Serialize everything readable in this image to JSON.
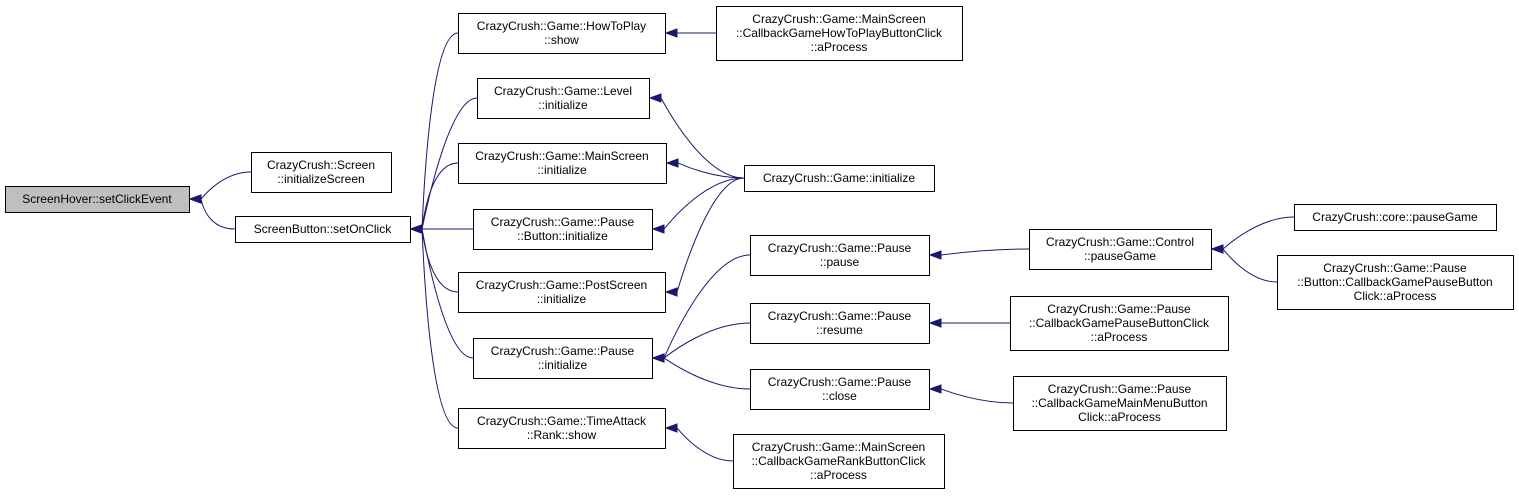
{
  "colors": {
    "edge": "#191970",
    "node_fill": "#ffffff",
    "root_fill": "#bfbfbf",
    "border": "#000000"
  },
  "nodes": [
    {
      "id": "root",
      "lines": [
        "ScreenHover::setClickEvent"
      ]
    },
    {
      "id": "screen_init",
      "lines": [
        "CrazyCrush::Screen",
        "::initializeScreen"
      ]
    },
    {
      "id": "setonclick",
      "lines": [
        "ScreenButton::setOnClick"
      ]
    },
    {
      "id": "howtoplay_show",
      "lines": [
        "CrazyCrush::Game::HowToPlay",
        "::show"
      ]
    },
    {
      "id": "level_init",
      "lines": [
        "CrazyCrush::Game::Level",
        "::initialize"
      ]
    },
    {
      "id": "mainscreen_init",
      "lines": [
        "CrazyCrush::Game::MainScreen",
        "::initialize"
      ]
    },
    {
      "id": "pausebutton_init",
      "lines": [
        "CrazyCrush::Game::Pause",
        "::Button::initialize"
      ]
    },
    {
      "id": "postscreen_init",
      "lines": [
        "CrazyCrush::Game::PostScreen",
        "::initialize"
      ]
    },
    {
      "id": "pause_init",
      "lines": [
        "CrazyCrush::Game::Pause",
        "::initialize"
      ]
    },
    {
      "id": "rank_show",
      "lines": [
        "CrazyCrush::Game::TimeAttack",
        "::Rank::show"
      ]
    },
    {
      "id": "howto_cb",
      "lines": [
        "CrazyCrush::Game::MainScreen",
        "::CallbackGameHowToPlayButtonClick",
        "::aProcess"
      ]
    },
    {
      "id": "game_init",
      "lines": [
        "CrazyCrush::Game::initialize"
      ]
    },
    {
      "id": "pause_pause",
      "lines": [
        "CrazyCrush::Game::Pause",
        "::pause"
      ]
    },
    {
      "id": "pause_resume",
      "lines": [
        "CrazyCrush::Game::Pause",
        "::resume"
      ]
    },
    {
      "id": "pause_close",
      "lines": [
        "CrazyCrush::Game::Pause",
        "::close"
      ]
    },
    {
      "id": "rank_cb",
      "lines": [
        "CrazyCrush::Game::MainScreen",
        "::CallbackGameRankButtonClick",
        "::aProcess"
      ]
    },
    {
      "id": "control_pause",
      "lines": [
        "CrazyCrush::Game::Control",
        "::pauseGame"
      ]
    },
    {
      "id": "pause_cb_resume",
      "lines": [
        "CrazyCrush::Game::Pause",
        "::CallbackGamePauseButtonClick",
        "::aProcess"
      ]
    },
    {
      "id": "mainmenu_cb",
      "lines": [
        "CrazyCrush::Game::Pause",
        "::CallbackGameMainMenuButton",
        "Click::aProcess"
      ]
    },
    {
      "id": "core_pause",
      "lines": [
        "CrazyCrush::core::pauseGame"
      ]
    },
    {
      "id": "pausebtn_cb",
      "lines": [
        "CrazyCrush::Game::Pause",
        "::Button::CallbackGamePauseButton",
        "Click::aProcess"
      ]
    }
  ],
  "edges": [
    {
      "from": "screen_init",
      "to": "root"
    },
    {
      "from": "setonclick",
      "to": "root"
    },
    {
      "from": "howtoplay_show",
      "to": "setonclick"
    },
    {
      "from": "level_init",
      "to": "setonclick"
    },
    {
      "from": "mainscreen_init",
      "to": "setonclick"
    },
    {
      "from": "pausebutton_init",
      "to": "setonclick"
    },
    {
      "from": "postscreen_init",
      "to": "setonclick"
    },
    {
      "from": "pause_init",
      "to": "setonclick"
    },
    {
      "from": "rank_show",
      "to": "setonclick"
    },
    {
      "from": "howto_cb",
      "to": "howtoplay_show"
    },
    {
      "from": "game_init",
      "to": "level_init"
    },
    {
      "from": "game_init",
      "to": "mainscreen_init"
    },
    {
      "from": "game_init",
      "to": "pausebutton_init"
    },
    {
      "from": "game_init",
      "to": "postscreen_init"
    },
    {
      "from": "pause_pause",
      "to": "pause_init"
    },
    {
      "from": "pause_resume",
      "to": "pause_init"
    },
    {
      "from": "pause_close",
      "to": "pause_init"
    },
    {
      "from": "rank_cb",
      "to": "rank_show"
    },
    {
      "from": "control_pause",
      "to": "pause_pause"
    },
    {
      "from": "pause_cb_resume",
      "to": "pause_resume"
    },
    {
      "from": "mainmenu_cb",
      "to": "pause_close"
    },
    {
      "from": "core_pause",
      "to": "control_pause"
    },
    {
      "from": "pausebtn_cb",
      "to": "control_pause"
    }
  ]
}
